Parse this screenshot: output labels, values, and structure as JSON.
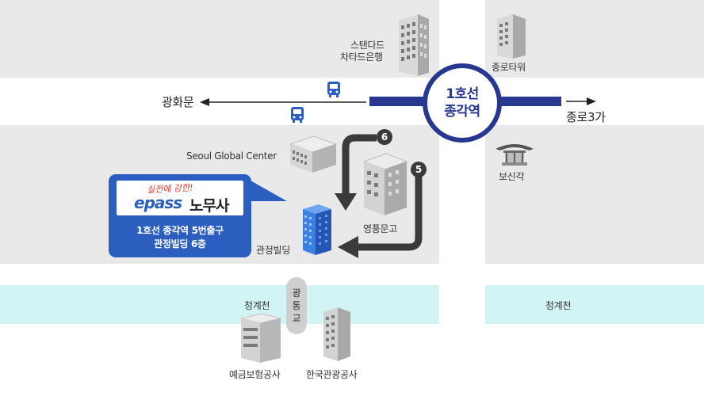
{
  "station": {
    "line1": "1호선",
    "line2": "종각역",
    "color": "#283891"
  },
  "directions": {
    "west": "광화문",
    "east": "종로3가"
  },
  "landmarks": {
    "standard_bank_line1": "스탠다드",
    "standard_bank_line2": "차타드은행",
    "jongno_tower": "종로타워",
    "seoul_global_center": "Seoul Global Center",
    "bosingak": "보신각",
    "youngpung": "영풍문고",
    "gwanjeong": "관정빌딩",
    "cheonggyecheon_left": "청계천",
    "cheonggyecheon_right": "청계천",
    "bridge": [
      "광",
      "통",
      "교"
    ],
    "kdic": "예금보험공사",
    "kto": "한국관광공사"
  },
  "exits": {
    "exit6": "6",
    "exit5": "5"
  },
  "card": {
    "slogan": "실전에 강한!",
    "brand": "epass",
    "brand_kr": "노무사",
    "line1": "1호선 종각역 5번출구",
    "line2": "관정빌딩 6층",
    "color": "#2b5ebf"
  },
  "icons": [
    "bus-icon",
    "bus-icon",
    "building-icon",
    "pagoda-icon"
  ],
  "colors": {
    "road_block": "#e9e9e9",
    "stream": "#d3f4f5",
    "arrow": "#3a3a3a",
    "target_building": "#3b7fe0"
  }
}
